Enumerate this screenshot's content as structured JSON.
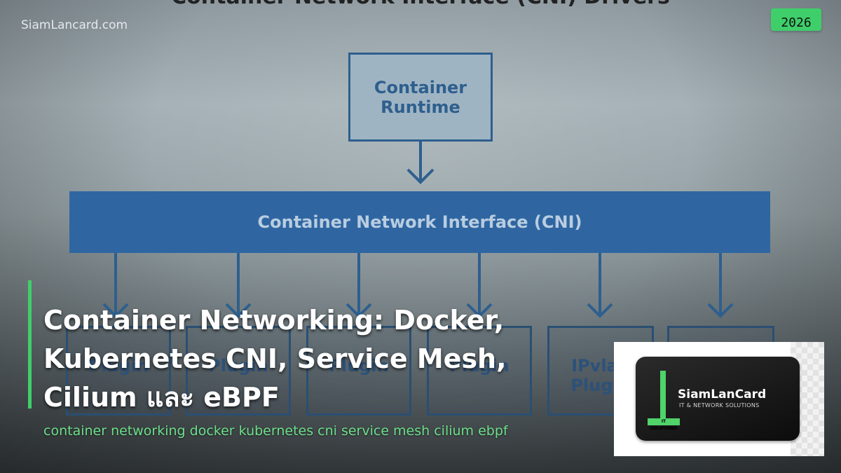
{
  "diagram": {
    "title": "Container Network Interface (CNI) Drivers",
    "runtime_label": "Container Runtime",
    "cni_label": "Container Network Interface (CNI)",
    "plugins": [
      {
        "label": "Plugin"
      },
      {
        "label": "Plugin"
      },
      {
        "label": "Plugin"
      },
      {
        "label": "Plugin"
      },
      {
        "label": "IPvlan Plugin"
      },
      {
        "label": ""
      }
    ]
  },
  "watermark": "SiamLancard.com",
  "year_badge": "2026",
  "headline": {
    "line1": "Container Networking: Docker,",
    "line2": "Kubernetes CNI, Service Mesh,",
    "line3": "Cilium และ eBPF"
  },
  "subline": "container networking docker kubernetes cni service mesh cilium ebpf",
  "logo": {
    "name": "SiamLanCard",
    "tagline": "IT & NETWORK SOLUTIONS",
    "badge": "IT SOLUTIONS"
  },
  "colors": {
    "accent_green": "#3fcf6a",
    "diagram_blue": "#2f66a2",
    "subline_green": "#6de08a"
  }
}
